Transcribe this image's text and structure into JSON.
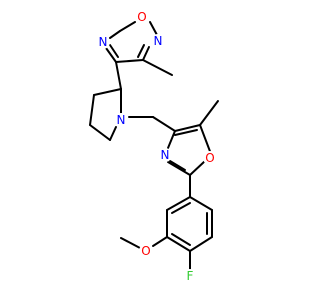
{
  "molecule": {
    "atoms": {
      "oxadiazole_o": {
        "text": "O",
        "color": "#ff0000"
      },
      "oxadiazole_n_left": {
        "text": "N",
        "color": "#0000ff"
      },
      "oxadiazole_n_right": {
        "text": "N",
        "color": "#0000ff"
      },
      "pyrrolidine_n": {
        "text": "N",
        "color": "#0000ff"
      },
      "oxazole_n": {
        "text": "N",
        "color": "#0000ff"
      },
      "oxazole_o": {
        "text": "O",
        "color": "#ff0000"
      },
      "methoxy_o": {
        "text": "O",
        "color": "#ff0000"
      },
      "fluorine": {
        "text": "F",
        "color": "#33cc33"
      }
    },
    "bond_color": "#000000"
  }
}
